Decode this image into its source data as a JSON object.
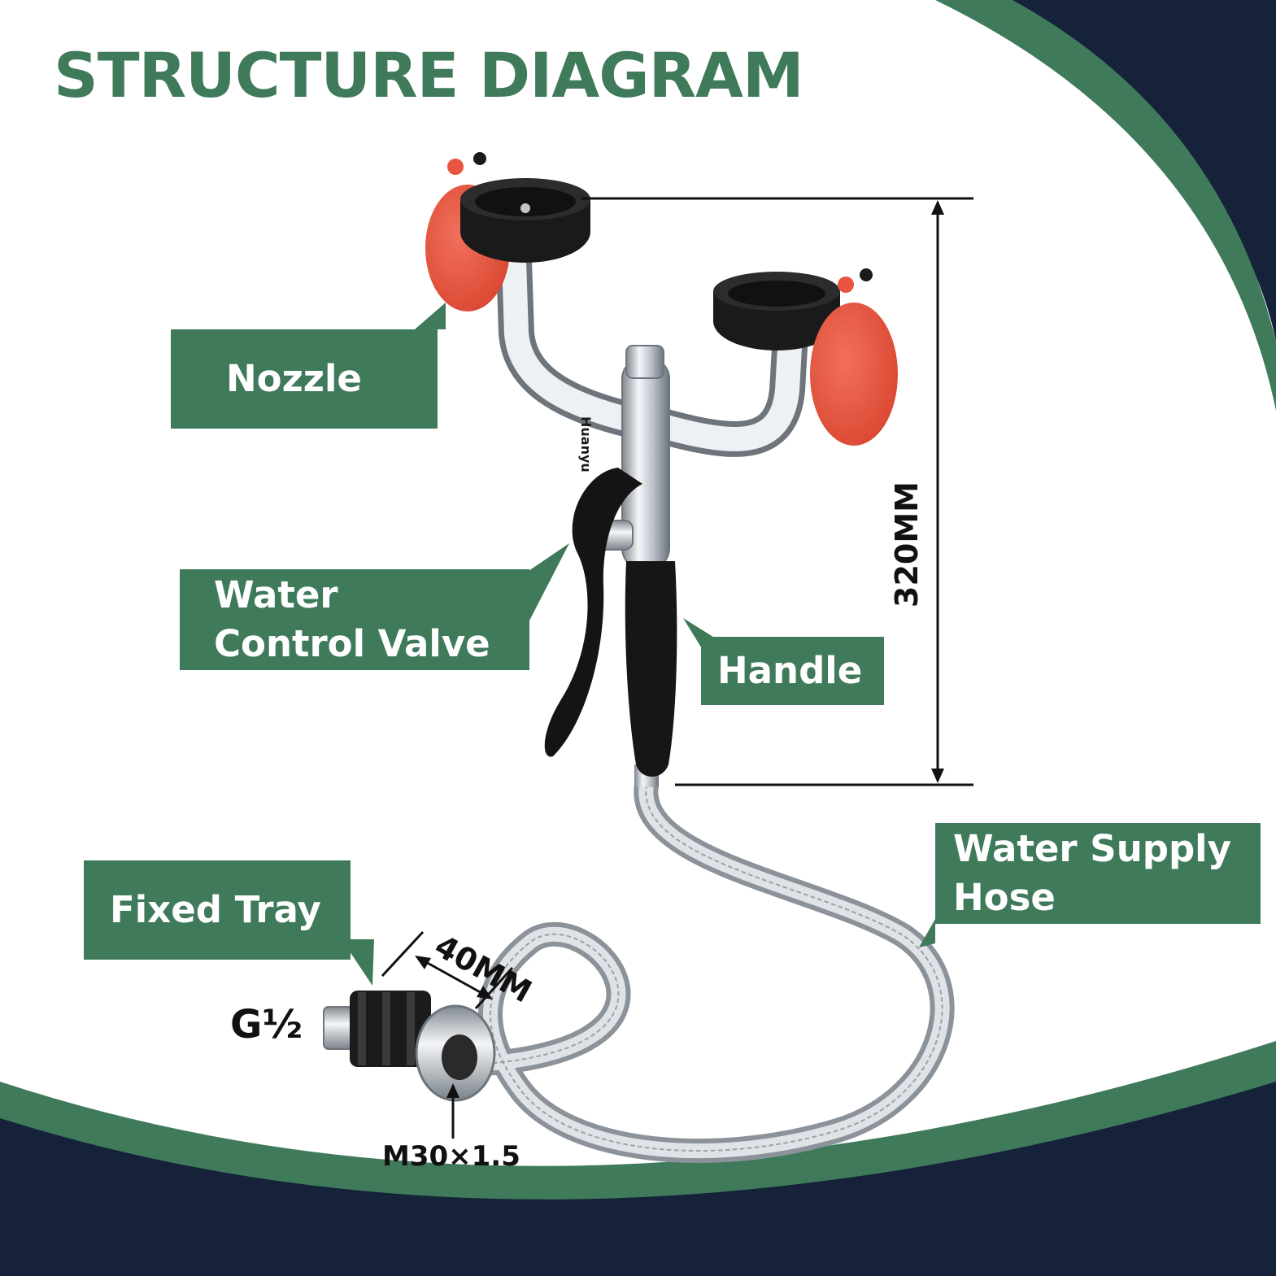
{
  "title": "STRUCTURE DIAGRAM",
  "labels": {
    "nozzle": "Nozzle",
    "water_control_valve_line1": "Water",
    "water_control_valve_line2": "Control Valve",
    "handle": "Handle",
    "fixed_tray": "Fixed Tray",
    "water_supply_hose_line1": "Water Supply",
    "water_supply_hose_line2": "Hose"
  },
  "dimensions": {
    "height": "320MM",
    "width": "40MM",
    "thread_inlet": "G½",
    "thread_outlet": "M30×1.5"
  },
  "brand": "Huanyu",
  "colors": {
    "accent": "#3f7a5a",
    "navy": "#15223a",
    "cap_red": "#e8543f",
    "chrome": "#c7cdd3",
    "black": "#141414"
  }
}
